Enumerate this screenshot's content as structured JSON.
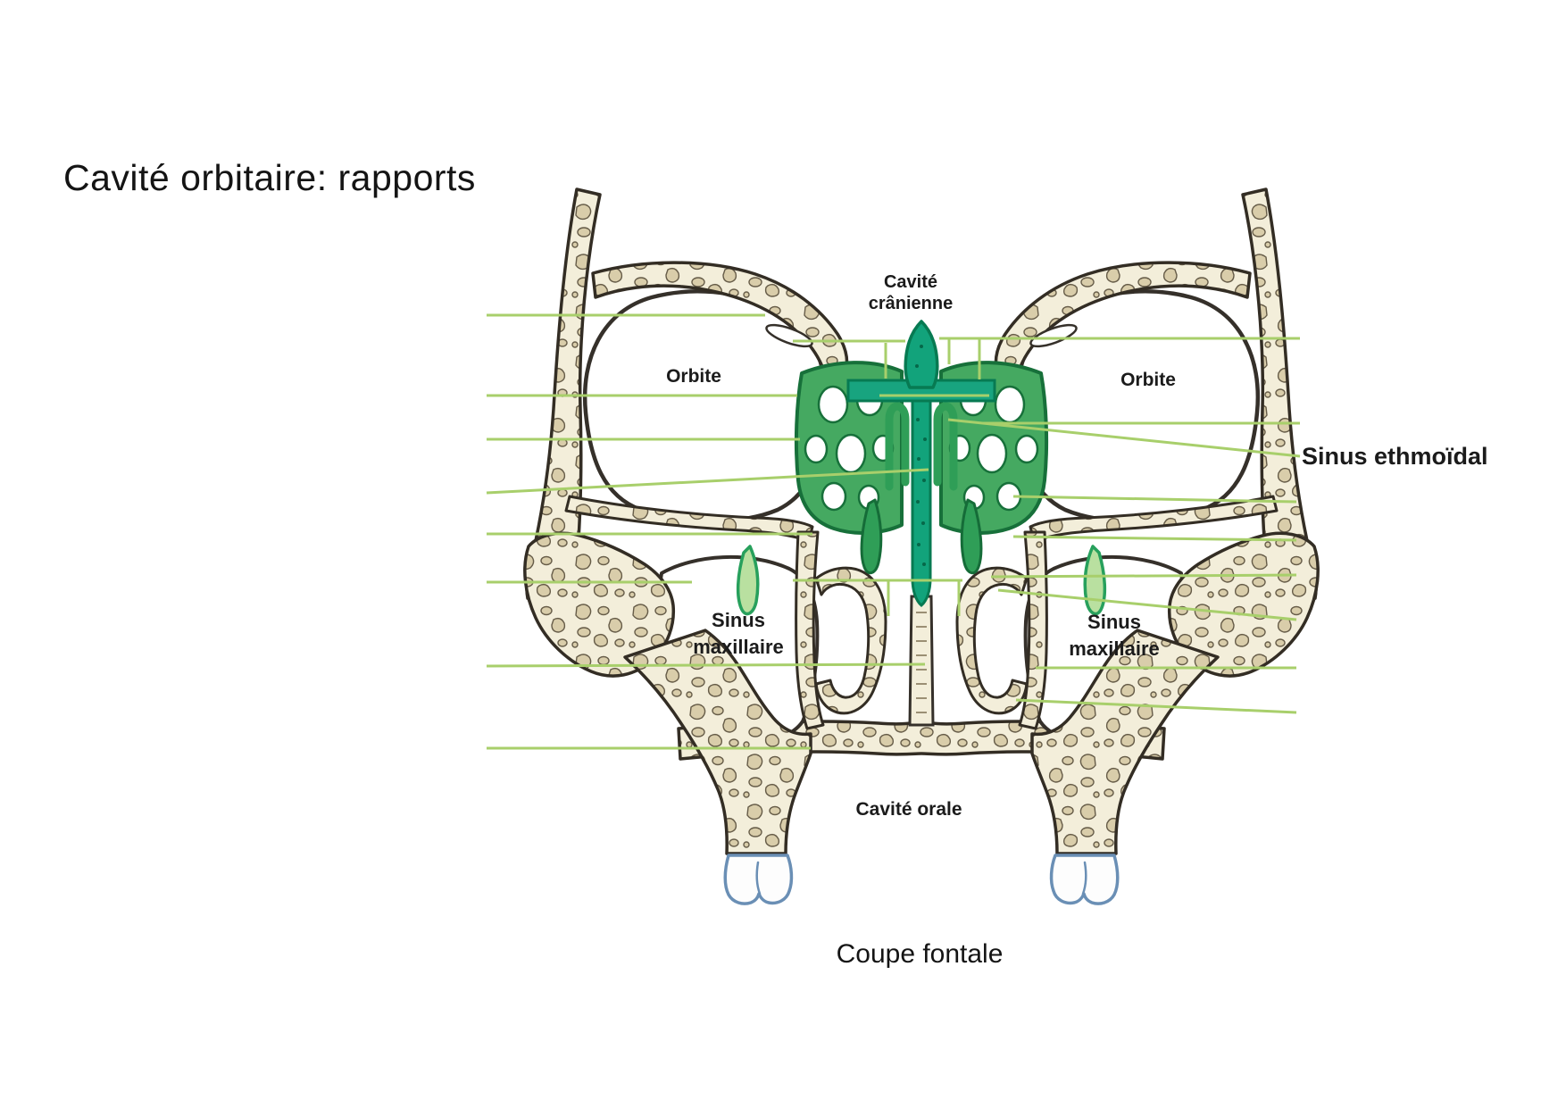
{
  "slide": {
    "title": "Cavité orbitaire: rapports",
    "caption": "Coupe fontale"
  },
  "diagram": {
    "labels": {
      "cavite_cranienne": {
        "line1": "Cavité",
        "line2": "crânienne"
      },
      "orbite_left": "Orbite",
      "orbite_right": "Orbite",
      "sinus_ethmoidal": "Sinus ethmoïdal",
      "sinus_maxillaire_left": {
        "line1": "Sinus",
        "line2": "maxillaire"
      },
      "sinus_maxillaire_right": {
        "line1": "Sinus",
        "line2": "maxillaire"
      },
      "cavite_orale": "Cavité orale"
    },
    "colors": {
      "bone_fill": "#f3eeda",
      "bone_trabecula": "#d9cdaa",
      "bone_outline": "#332d24",
      "ethmoid_green": "#45a961",
      "ethmoid_dark_green": "#17703a",
      "turbinate_light_green": "#b9e0a0",
      "septum_teal": "#12a37b",
      "septum_teal_dark": "#077a52",
      "leader_line_green": "#a8cf6b",
      "tooth_outline": "#6a8fb5",
      "label_text": "#1b1b1b"
    }
  }
}
